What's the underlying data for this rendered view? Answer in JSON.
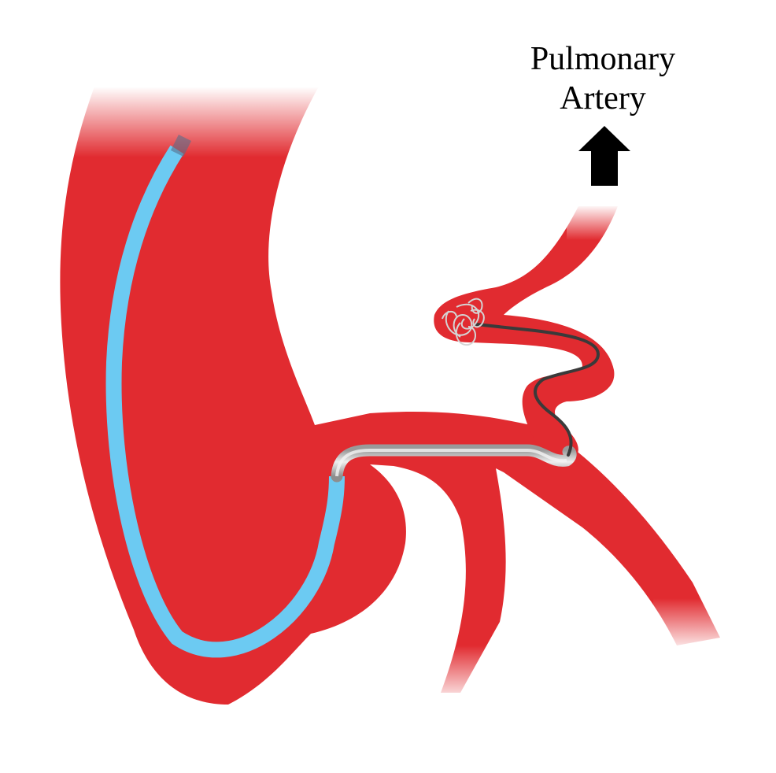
{
  "diagram": {
    "title_label": {
      "line1": "Pulmonary",
      "line2": "Artery"
    },
    "arrow": {
      "direction": "up",
      "icon": "arrow-up-icon",
      "color": "#000000"
    },
    "colors": {
      "vessel": "#e12b30",
      "catheter_blue": "#6ccaf2",
      "microcatheter_gray": "#c9c9c9",
      "guidewire_dark": "#3a3a3a",
      "coil": "#d9d9d9",
      "background": "#ffffff"
    },
    "components": [
      {
        "name": "main-vessel-trunk",
        "type": "vessel"
      },
      {
        "name": "pulmonary-artery-branch",
        "type": "vessel"
      },
      {
        "name": "tortuous-feeder-vessel",
        "type": "vessel"
      },
      {
        "name": "lower-branch-left",
        "type": "vessel"
      },
      {
        "name": "lower-branch-right",
        "type": "vessel"
      },
      {
        "name": "guide-catheter",
        "type": "catheter",
        "color": "blue"
      },
      {
        "name": "microcatheter",
        "type": "catheter",
        "color": "gray"
      },
      {
        "name": "guidewire",
        "type": "wire",
        "color": "dark-gray"
      },
      {
        "name": "embolization-coil",
        "type": "coil",
        "color": "light-gray"
      }
    ]
  }
}
